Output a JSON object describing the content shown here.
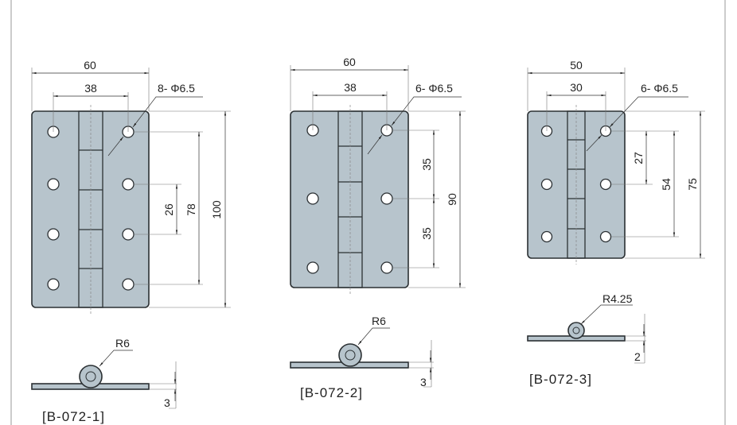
{
  "hinges": [
    {
      "model": "[B-072-1]",
      "width": "60",
      "hole_spacing_h": "38",
      "holes": "8- Φ6.5",
      "dims_v": [
        "26",
        "78",
        "100"
      ],
      "radius": "R6",
      "thickness": "3"
    },
    {
      "model": "[B-072-2]",
      "width": "60",
      "hole_spacing_h": "38",
      "holes": "6- Φ6.5",
      "dims_v": [
        "35",
        "35",
        "90"
      ],
      "radius": "R6",
      "thickness": "3"
    },
    {
      "model": "[B-072-3]",
      "width": "50",
      "hole_spacing_h": "30",
      "holes": "6- Φ6.5",
      "dims_v": [
        "27",
        "54",
        "75"
      ],
      "radius": "R4.25",
      "thickness": "2"
    }
  ],
  "colors": {
    "plate": "#b7c4cc",
    "outline": "#2b3033"
  }
}
